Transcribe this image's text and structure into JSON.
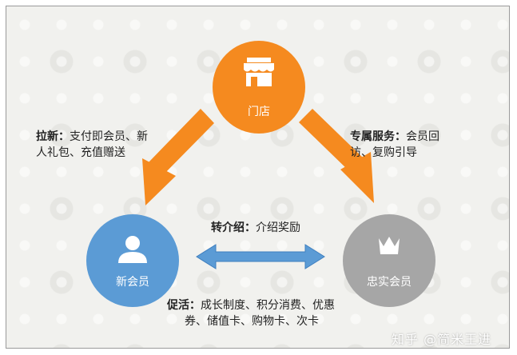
{
  "nodes": {
    "store": {
      "label": "门店",
      "color": "#f58a1f",
      "icon": "storefront-icon"
    },
    "new_member": {
      "label": "新会员",
      "color": "#5b9bd5",
      "icon": "person-icon"
    },
    "loyal_member": {
      "label": "忠实会员",
      "color": "#a6a6a6",
      "icon": "crown-icon"
    }
  },
  "edges": {
    "acquire": {
      "title": "拉新：",
      "text_line1": "支付即会员、新",
      "text_line2": "人礼包、充值赠送",
      "color": "#f58a1f"
    },
    "exclusive": {
      "title": "专属服务：",
      "text_line1": "会员回",
      "text_line2": "访、复购引导",
      "color": "#f58a1f"
    },
    "referral": {
      "title": "转介绍：",
      "text": "介绍奖励",
      "color": "#5b9bd5"
    },
    "promotion": {
      "title": "促活：",
      "text_line1": "成长制度、积分消费、优惠",
      "text_line2": "券、储值卡、购物卡、次卡"
    }
  },
  "watermark": "知乎 @简米王进"
}
